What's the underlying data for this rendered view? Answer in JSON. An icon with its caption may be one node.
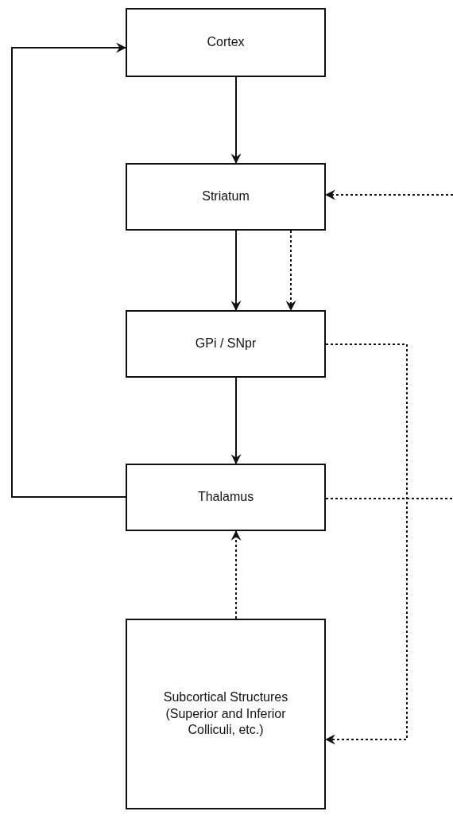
{
  "diagram": {
    "nodes": [
      {
        "text": [
          "Cortex"
        ]
      },
      {
        "text": [
          "Striatum"
        ]
      },
      {
        "text": [
          "GPi / SNpr"
        ]
      },
      {
        "text": [
          "Thalamus"
        ]
      },
      {
        "text": [
          "Subcortical Structures (Superior and Inferior Colliculi, etc.)"
        ]
      }
    ],
    "edges": [
      {
        "from": 0,
        "to": 1,
        "arrow": "to"
      },
      {
        "from": 1,
        "to": 2,
        "arrow": "to"
      },
      {
        "from": 1,
        "to": 2,
        "arrow": "to",
        "style": "dashed"
      },
      {
        "from": 2,
        "to": 3,
        "arrow": "to"
      },
      {
        "from": 3,
        "to": 0,
        "arrow": "to"
      },
      {
        "from": null,
        "to": 1,
        "arrow": "to",
        "style": "dashed"
      },
      {
        "from": 2,
        "to": 4,
        "arrow": "to",
        "style": "dashed"
      },
      {
        "from": 3,
        "to": null,
        "arrow": "none",
        "style": "dashed"
      },
      {
        "from": 4,
        "to": 3,
        "arrow": "to",
        "style": "dashed"
      }
    ]
  }
}
